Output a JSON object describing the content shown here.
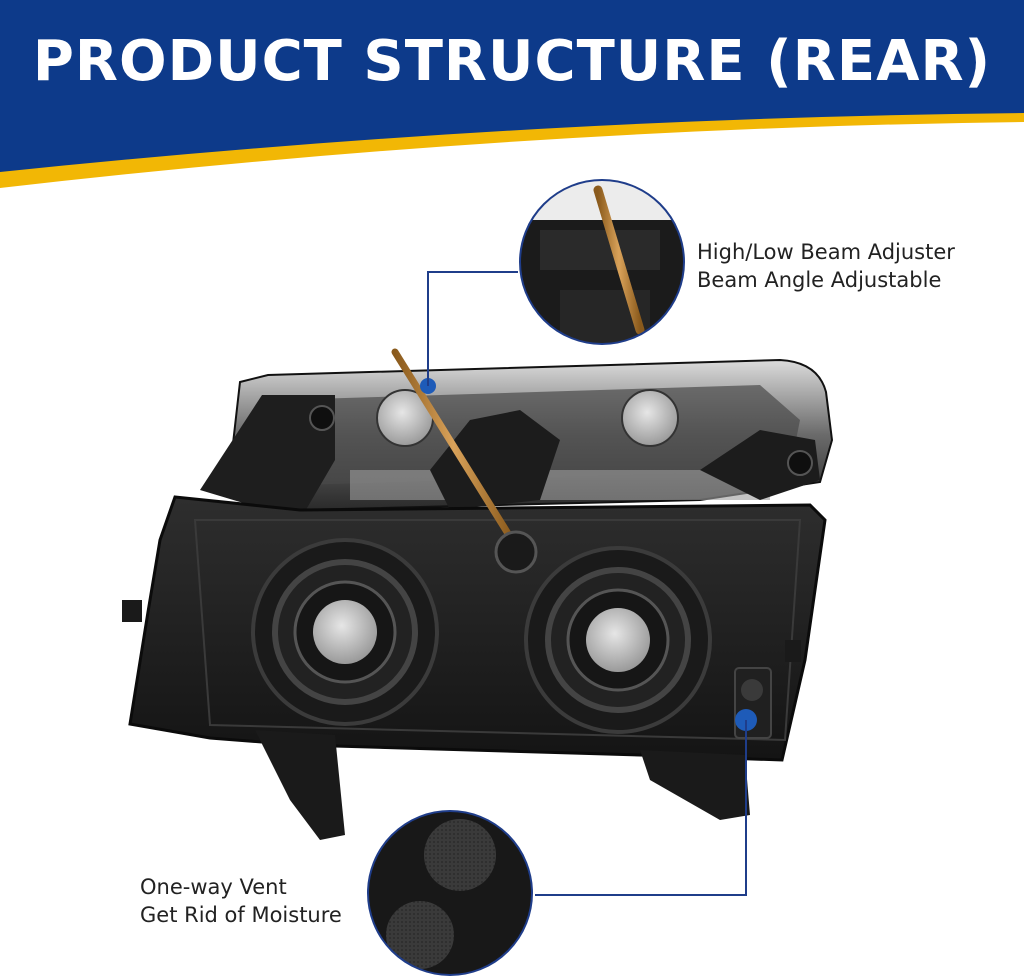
{
  "banner": {
    "title": "PRODUCT STRUCTURE (REAR)",
    "bg_color": "#0d3a8a",
    "stripe_color": "#f2b705"
  },
  "callouts": [
    {
      "line1": "High/Low Beam Adjuster",
      "line2": "Beam Angle Adjustable"
    },
    {
      "line1": "One-way Vent",
      "line2": "Get Rid of Moisture"
    }
  ],
  "colors": {
    "accent_line": "#1f3d8a",
    "marker_dot": "#1e5bb8",
    "housing": "#1e1e1e"
  }
}
